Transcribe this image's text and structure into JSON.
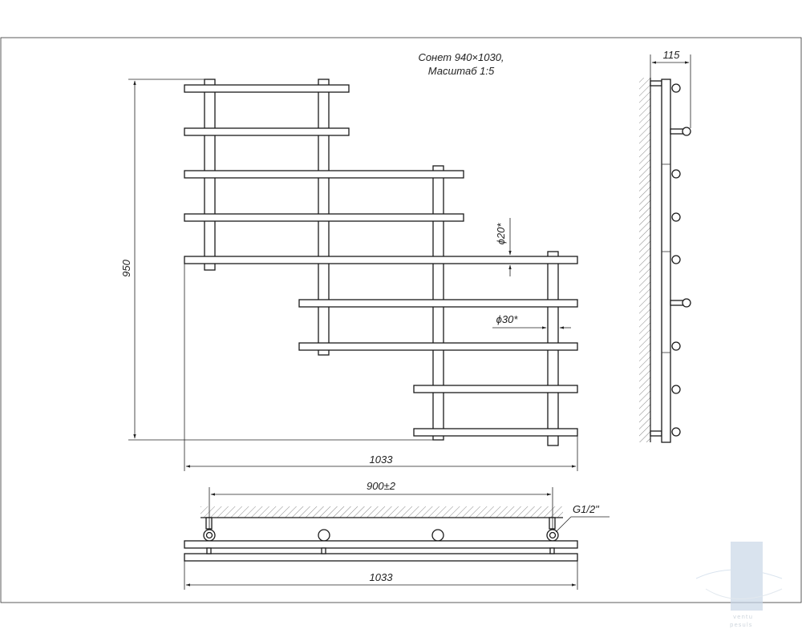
{
  "title": {
    "line1": "Сонет 940×1030,",
    "line2": "Масштаб 1:5"
  },
  "dimensions": {
    "height": "950",
    "width_front": "1033",
    "width_bottom": "1033",
    "center_distance": "900±2",
    "depth": "115",
    "pipe_small": "ϕ20*",
    "pipe_large": "ϕ30*",
    "thread": "G1/2\""
  },
  "watermark": {
    "text1": "ventu",
    "text2": "pesuls"
  },
  "colors": {
    "line": "#1a1a1a",
    "background": "#ffffff",
    "watermark": "#c9d8e8"
  }
}
